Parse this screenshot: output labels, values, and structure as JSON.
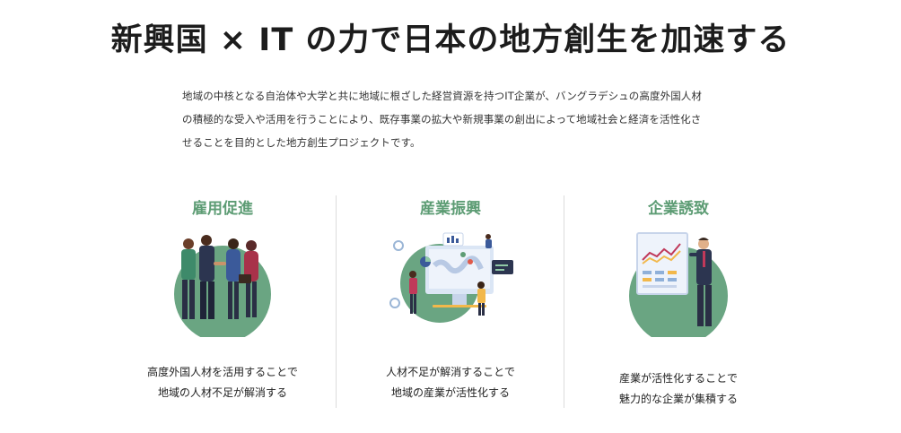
{
  "page": {
    "title": "新興国 × IT の力で日本の地方創生を加速する",
    "intro_lines": [
      "地域の中核となる自治体や大学と共に地域に根ざした経営資源を持つIT企業が、バングラデシュの高度外国人材",
      "の積極的な受入や活用を行うことにより、既存事業の拡大や新規事業の創出によって地域社会と経済を活性化さ",
      "せることを目的とした地方創生プロジェクトです。"
    ]
  },
  "columns": [
    {
      "title": "雇用促進",
      "icon": "business-people-handshake-illustration",
      "text_lines": [
        "高度外国人材を活用することで",
        "地域の人材不足が解消する"
      ]
    },
    {
      "title": "産業振興",
      "icon": "data-analysis-team-illustration",
      "text_lines": [
        "人材不足が解消することで",
        "地域の産業が活性化する"
      ]
    },
    {
      "title": "企業誘致",
      "icon": "presentation-chart-illustration",
      "text_lines": [
        "産業が活性化することで",
        "魅力的な企業が集積する"
      ]
    }
  ],
  "colors": {
    "accent_green": "#5d9c74",
    "circle_green": "#6aa582",
    "divider": "#dcdcdc"
  }
}
